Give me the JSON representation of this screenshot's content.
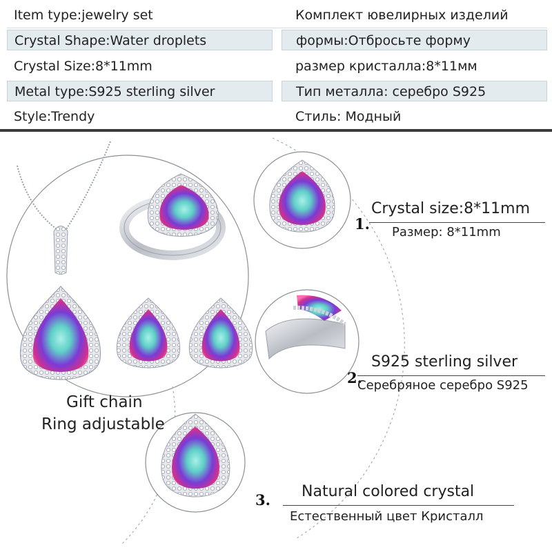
{
  "specs": [
    {
      "en": "Item type:jewelry set",
      "ru": "Комплект ювелирных изделий",
      "shaded": false
    },
    {
      "en": "Crystal Shape:Water droplets",
      "ru": "формы:Отбросьте форму",
      "shaded": true
    },
    {
      "en": "Crystal Size:8*11mm",
      "ru": "размер кристалла:8*11мм",
      "shaded": false
    },
    {
      "en": "Metal type:S925 sterling silver",
      "ru": "Тип металла: серебро S925",
      "shaded": true
    },
    {
      "en": "Style:Trendy",
      "ru": "Стиль: Модный",
      "shaded": false
    }
  ],
  "set_captions": {
    "gift_chain": "Gift chain",
    "ring_adjustable": "Ring adjustable"
  },
  "features": [
    {
      "number": "1.",
      "en": "Crystal size:8*11mm",
      "ru": "Размер: 8*11mm"
    },
    {
      "number": "2.",
      "en": "S925 sterling silver",
      "ru": "Серебряное серебро S925"
    },
    {
      "number": "3.",
      "en": "Natural colored crystal",
      "ru": "Естественный цвет Кристалл"
    }
  ],
  "colors": {
    "table_shade": "#e3ebef",
    "gem_magenta": "#d0318f",
    "gem_violet": "#7a3bd6",
    "gem_teal": "#5fd0c8",
    "silver": "#c9ccd2"
  },
  "icons": [
    "pendant-necklace-icon",
    "ring-icon",
    "earring-icon",
    "gem-closeup-icon",
    "ring-band-closeup-icon"
  ]
}
